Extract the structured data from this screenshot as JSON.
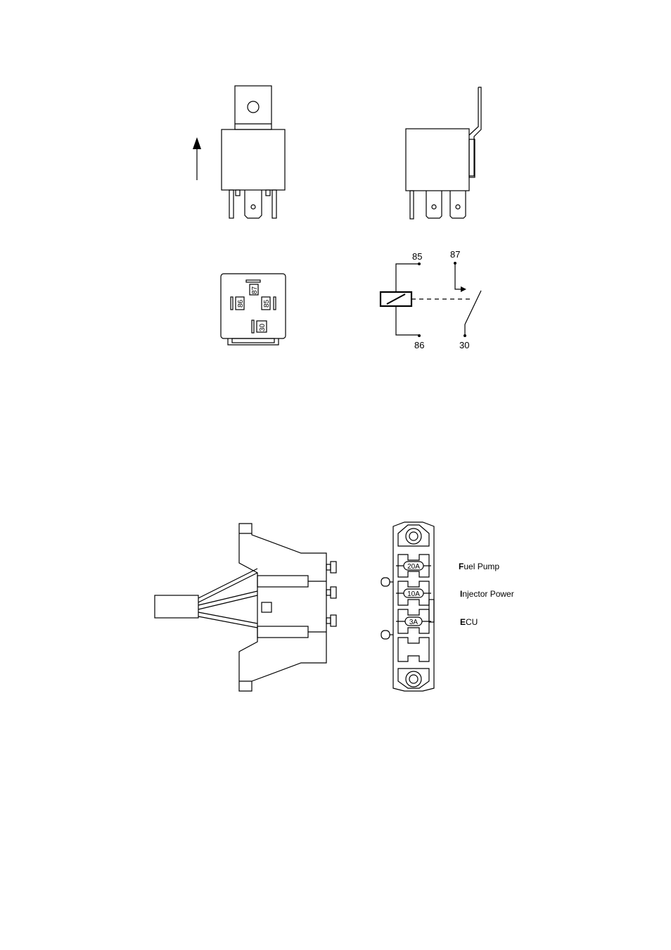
{
  "relay": {
    "pins": {
      "p87": "87",
      "p86": "86",
      "p85": "85",
      "p30": "30"
    },
    "schematic": {
      "t85": "85",
      "t87": "87",
      "t86": "86",
      "t30": "30"
    }
  },
  "fuse_box": {
    "fuses": [
      {
        "rating": "20A",
        "label_initial": "F",
        "label_rest": "uel Pump"
      },
      {
        "rating": "10A",
        "label_initial": "I",
        "label_rest": "njector Power"
      },
      {
        "rating": "3A",
        "label_initial": "E",
        "label_rest": "CU"
      }
    ]
  }
}
